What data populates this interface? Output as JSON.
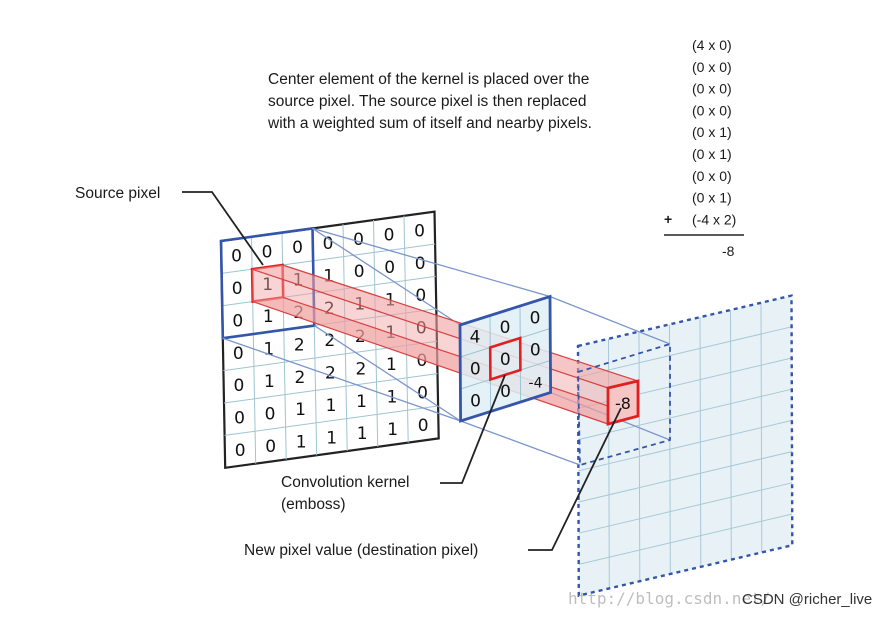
{
  "caption_lines": [
    "Center element of the kernel is placed over the",
    "source pixel. The source pixel is then replaced",
    "with a weighted sum of itself and nearby pixels."
  ],
  "equation_terms": [
    "(4 x 0)",
    "(0 x 0)",
    "(0 x 0)",
    "(0 x 0)",
    "(0 x 1)",
    "(0 x 1)",
    "(0 x 0)",
    "(0 x 1)",
    "(-4 x 2)"
  ],
  "equation_plus": "+",
  "equation_result": "-8",
  "labels": {
    "source_pixel": "Source pixel",
    "kernel_line1": "Convolution kernel",
    "kernel_line2": "(emboss)",
    "new_pixel": "New pixel value (destination pixel)"
  },
  "source_grid": [
    [
      0,
      0,
      0,
      0,
      0,
      0,
      0
    ],
    [
      0,
      1,
      1,
      1,
      0,
      0,
      0
    ],
    [
      0,
      1,
      2,
      2,
      1,
      1,
      0
    ],
    [
      0,
      1,
      2,
      2,
      2,
      1,
      0
    ],
    [
      0,
      1,
      2,
      2,
      2,
      1,
      0
    ],
    [
      0,
      0,
      1,
      1,
      1,
      1,
      0
    ],
    [
      0,
      0,
      1,
      1,
      1,
      1,
      0
    ]
  ],
  "kernel_grid": [
    [
      4,
      0,
      0
    ],
    [
      0,
      0,
      0
    ],
    [
      0,
      0,
      -4
    ]
  ],
  "destination_value": "-8",
  "watermark": "http://blog.csdn.net/",
  "credit": "CSDN @richer_live",
  "colors": {
    "grid_blue": "#3355aa",
    "grid_dark": "#222222",
    "highlight_red": "#e02020",
    "beam_fill": "#f0a0a0",
    "plane_fill": "#e8f2f6",
    "plane_line": "#a8c8d8"
  }
}
